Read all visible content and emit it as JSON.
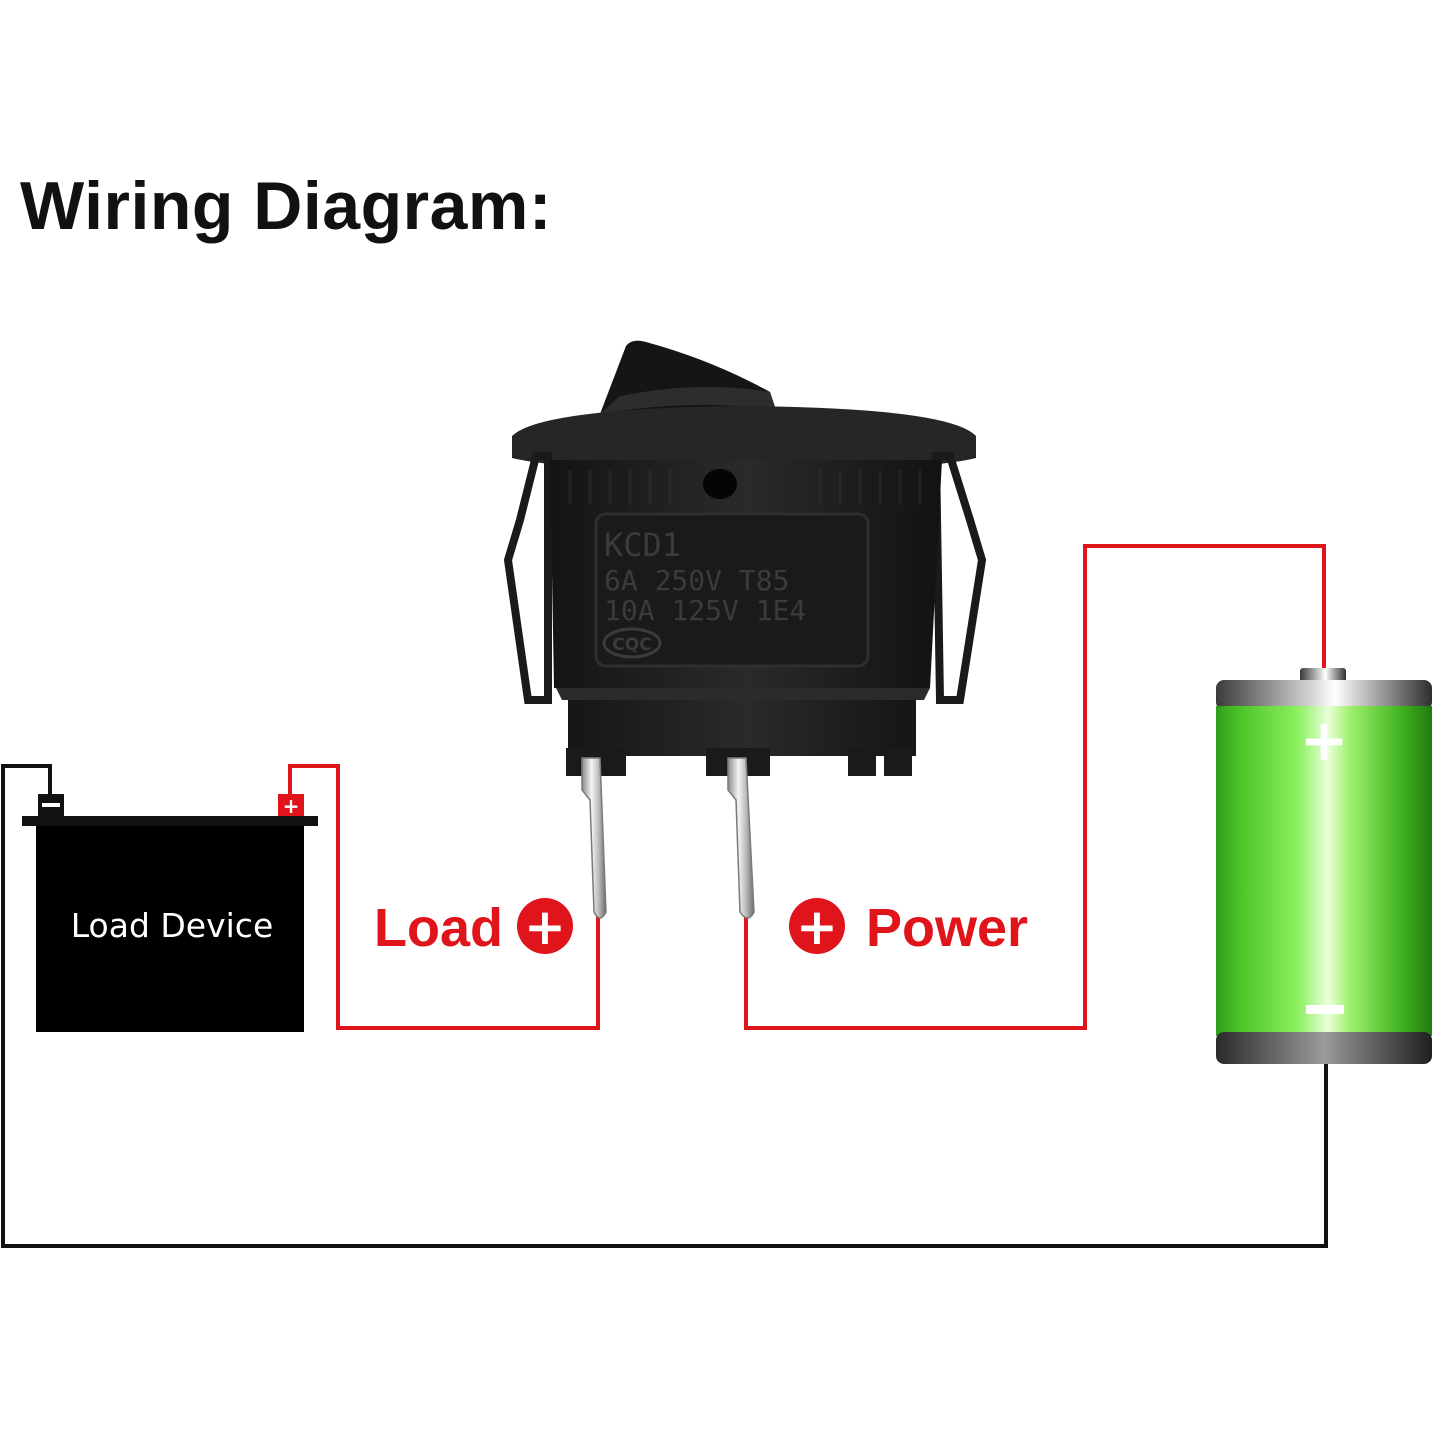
{
  "title": "Wiring Diagram:",
  "load_device": {
    "label": "Load Device"
  },
  "terminals": {
    "load_label": "Load",
    "power_label": "Power",
    "load_symbol": "+",
    "power_symbol": "+"
  },
  "battery": {
    "positive_symbol": "+",
    "negative_symbol": "−"
  },
  "load_device_terminals": {
    "negative_symbol": "−",
    "positive_symbol": "+"
  },
  "switch_marking": {
    "line1": "KCD1",
    "line2": "6A 250V T85",
    "line3": "10A 125V 1E4",
    "logo": "CQC"
  },
  "colors": {
    "positive_wire": "#e0141b",
    "negative_wire": "#111111",
    "battery_body": "#5bd13a",
    "switch_body": "#1c1c1c",
    "load_device_body": "#000000"
  }
}
